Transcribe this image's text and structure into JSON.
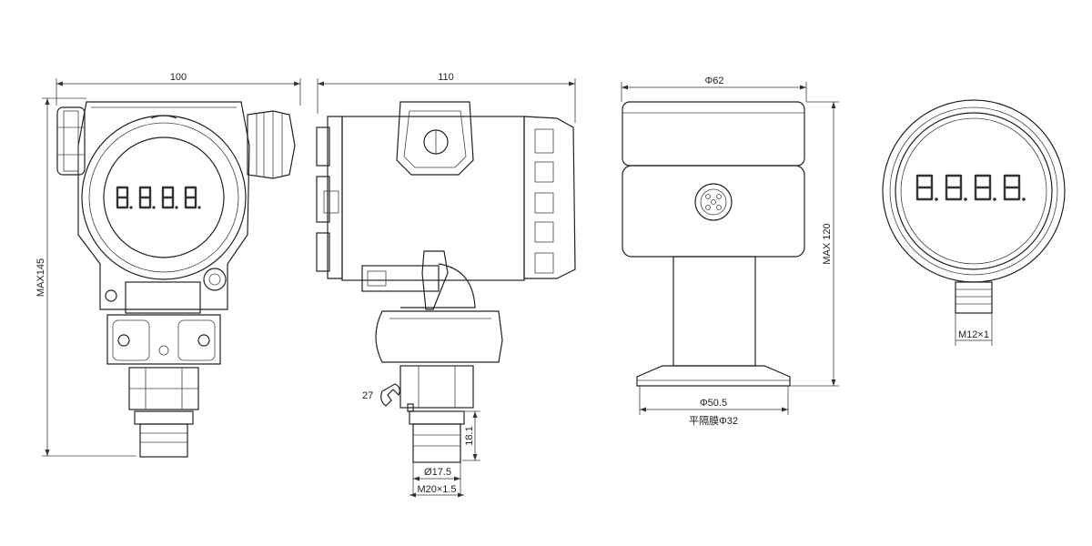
{
  "dimensions": {
    "front_width": "100",
    "front_height": "MAX145",
    "side_width": "110",
    "wrench_size": "27",
    "thread_height": "18.1",
    "thread_diameter": "Ø17.5",
    "thread_spec": "M20×1.5",
    "sanitary_top_diameter": "Φ62",
    "sanitary_height": "MAX 120",
    "sanitary_flange_diameter": "Φ50.5",
    "flat_diaphragm": "平隔膜Φ32",
    "round_thread_spec": "M12×1"
  },
  "display_digits": [
    "8.",
    "8.",
    "8.",
    "8."
  ]
}
